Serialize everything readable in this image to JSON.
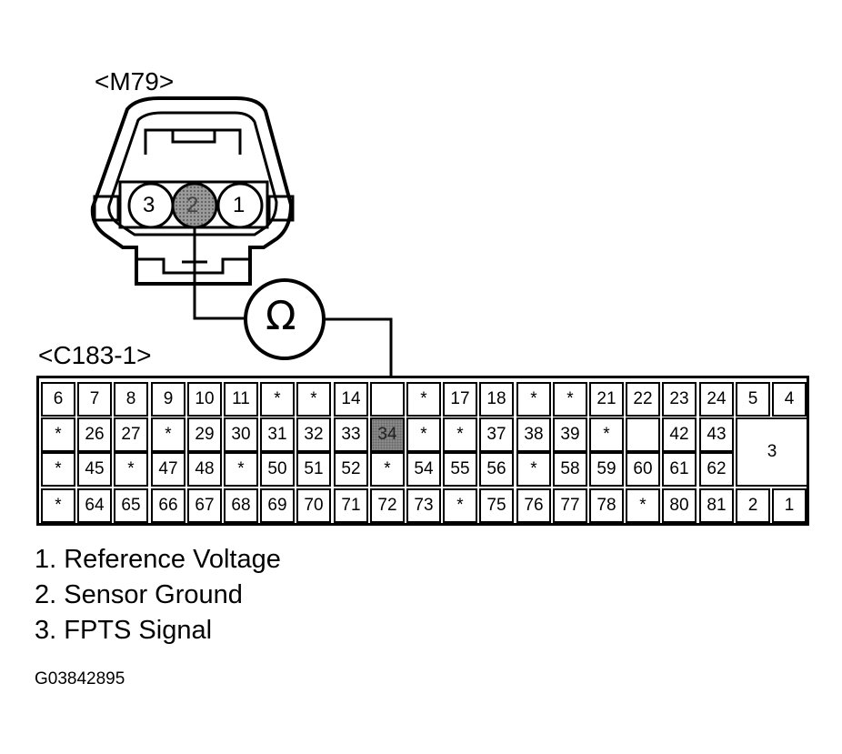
{
  "sensor_connector": {
    "label": "<M79>",
    "pins": [
      "3",
      "2",
      "1"
    ],
    "highlighted_pin": "2"
  },
  "meter": {
    "symbol": "Ω"
  },
  "ecm_connector": {
    "label": "<C183-1>",
    "rows": [
      [
        "6",
        "7",
        "8",
        "9",
        "10",
        "11",
        "*",
        "*",
        "14",
        "",
        "*",
        "17",
        "18",
        "*",
        "*",
        "21",
        "22",
        "23",
        "24",
        "5",
        "4"
      ],
      [
        "*",
        "26",
        "27",
        "*",
        "29",
        "30",
        "31",
        "32",
        "33",
        "34",
        "*",
        "*",
        "37",
        "38",
        "39",
        "*",
        "",
        "42",
        "43",
        "3"
      ],
      [
        "*",
        "45",
        "*",
        "47",
        "48",
        "*",
        "50",
        "51",
        "52",
        "*",
        "54",
        "55",
        "56",
        "*",
        "58",
        "59",
        "60",
        "61",
        "62"
      ],
      [
        "*",
        "64",
        "65",
        "66",
        "67",
        "68",
        "69",
        "70",
        "71",
        "72",
        "73",
        "*",
        "75",
        "76",
        "77",
        "78",
        "*",
        "80",
        "81",
        "2",
        "1"
      ]
    ],
    "highlighted_pin": "34"
  },
  "legend": [
    "1. Reference Voltage",
    "2. Sensor Ground",
    "3. FPTS Signal"
  ],
  "figure_id": "G03842895"
}
